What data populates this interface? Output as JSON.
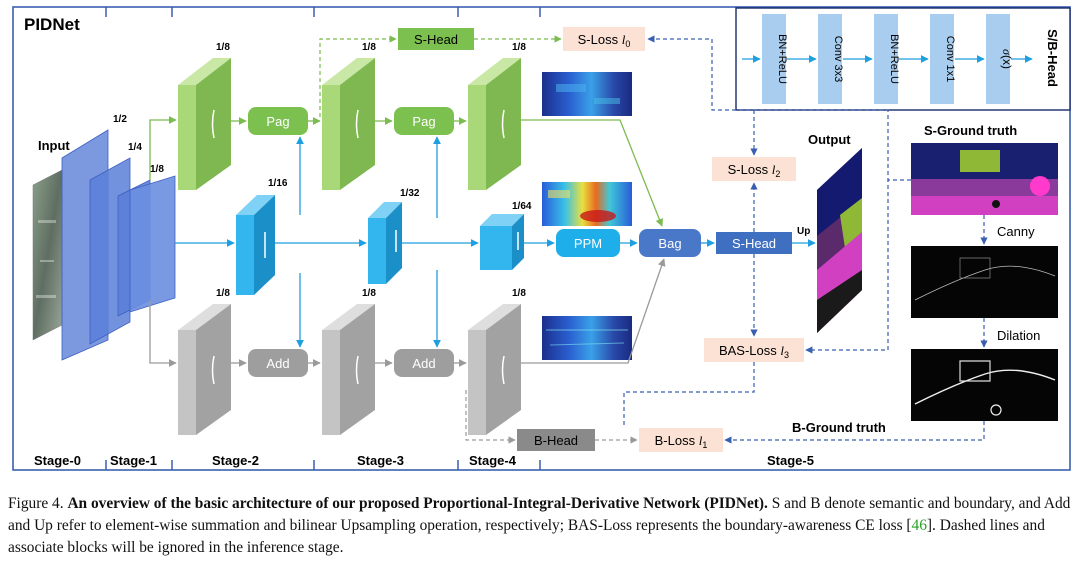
{
  "title": "PIDNet",
  "input_label": "Input",
  "output_label": "Output",
  "head_panel": {
    "title": "S/B-Head",
    "blocks": [
      "BN+ReLU",
      "Conv 3x3",
      "BN+ReLU",
      "Conv 1x1"
    ],
    "sigma_char": "σ",
    "sigma_arg": "(x)"
  },
  "scales": {
    "input_1_2": "1/2",
    "input_1_4": "1/4",
    "input_1_8": "1/8",
    "p_stage2": "1/8",
    "p_stage3": "1/8",
    "p_stage4": "1/8",
    "i_stage2": "1/16",
    "i_stage3": "1/32",
    "i_stage4": "1/64",
    "d_stage2": "1/8",
    "d_stage3": "1/8",
    "d_stage4": "1/8"
  },
  "modules": {
    "pag1": "Pag",
    "pag2": "Pag",
    "add1": "Add",
    "add2": "Add",
    "ppm": "PPM",
    "bag": "Bag",
    "s_head_top": "S-Head",
    "s_head_main": "S-Head",
    "b_head": "B-Head",
    "up": "Up"
  },
  "losses": {
    "s_loss_0": {
      "prefix": "S-Loss ",
      "symbol": "l",
      "sub": "0"
    },
    "s_loss_2": {
      "prefix": "S-Loss ",
      "symbol": "l",
      "sub": "2"
    },
    "bas_loss_3": {
      "prefix": "BAS-Loss ",
      "symbol": "l",
      "sub": "3"
    },
    "b_loss_1": {
      "prefix": "B-Loss ",
      "symbol": "l",
      "sub": "1"
    }
  },
  "ground_truth": {
    "s_ground_truth": "S-Ground truth",
    "b_ground_truth": "B-Ground truth",
    "canny": "Canny",
    "dilation": "Dilation"
  },
  "stages": [
    "Stage-0",
    "Stage-1",
    "Stage-2",
    "Stage-3",
    "Stage-4",
    "Stage-5"
  ],
  "caption": {
    "figure_label": "Figure 4.",
    "bold_text": "An overview of the basic architecture of our proposed Proportional-Integral-Derivative Network (PIDNet).",
    "text_before_cite": "S and B denote semantic and boundary, and Add and Up refer to element-wise summation and bilinear Upsampling operation, respectively; BAS-Loss represents the boundary-awareness CE loss [",
    "cite": "46",
    "text_after_cite": "]. Dashed lines and associate blocks will be ignored in the inference stage."
  },
  "colors": {
    "green_face": "#a8d878",
    "green_side": "#7fb850",
    "green_top": "#c9e8a6",
    "blue_face": "#33b5ee",
    "blue_side": "#1a8fc8",
    "blue_top": "#7fd2f5",
    "gray_face": "#c4c4c4",
    "gray_side": "#a2a2a2",
    "gray_top": "#dedede",
    "bag": "#4a78c8",
    "s_head": "#3f6fc0",
    "loss_fill": "#fbe2d4",
    "head_block": "#a9cdee",
    "frame": "#3b5fb0"
  }
}
